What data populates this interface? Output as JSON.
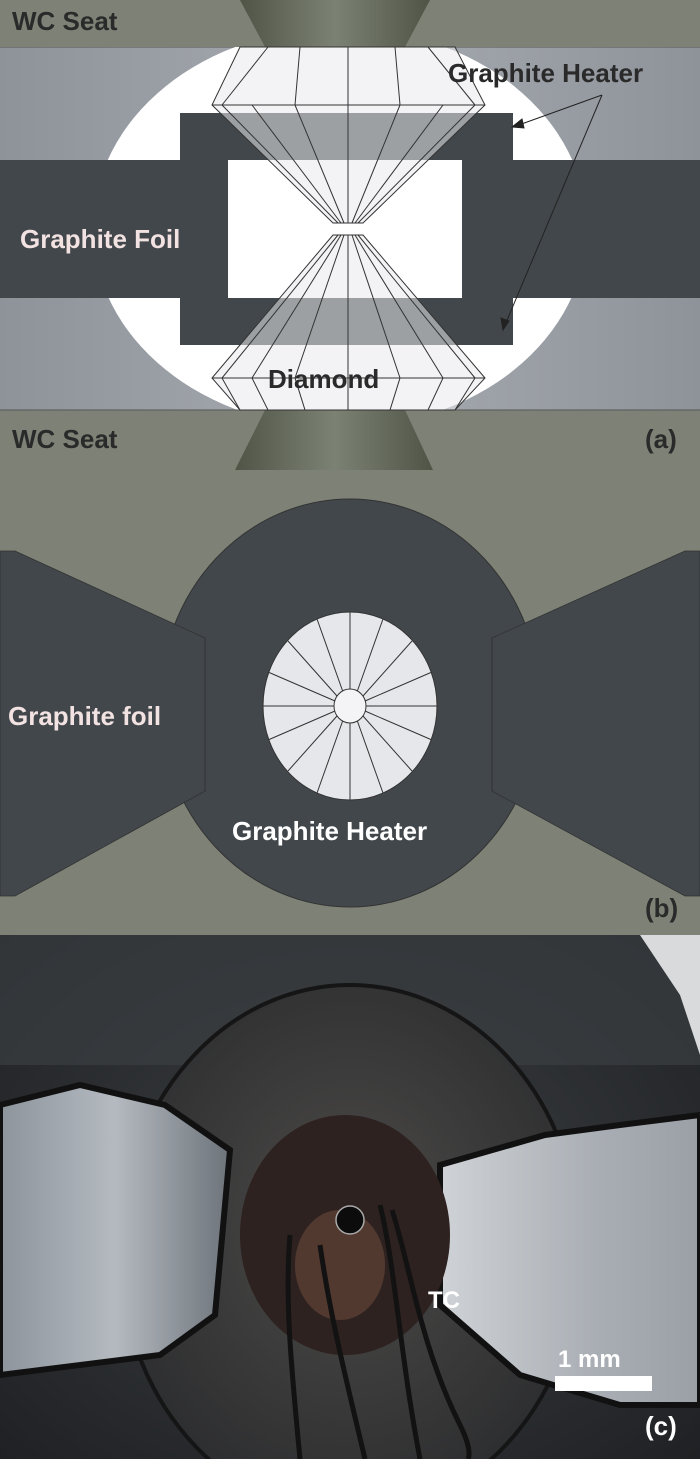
{
  "panel_a": {
    "tag": "(a)",
    "labels": {
      "wc_seat_top": "WC Seat",
      "wc_seat_bottom": "WC Seat",
      "graphite_heater": "Graphite Heater",
      "graphite_foil": "Graphite Foil",
      "diamond": "Diamond"
    }
  },
  "panel_b": {
    "tag": "(b)",
    "labels": {
      "graphite_foil": "Graphite foil",
      "graphite_heater": "Graphite Heater"
    }
  },
  "panel_c": {
    "tag": "(c)",
    "labels": {
      "tc": "TC",
      "scale_bar": "1 mm"
    }
  },
  "colors": {
    "wc_seat": "#7e8276",
    "gasket": "#9a9ea4",
    "graphite": "#42474b",
    "diamond": "#e9eaec",
    "label_dark": "#2a2a2a",
    "label_pink": "#f2e2e2",
    "white": "#ffffff"
  }
}
